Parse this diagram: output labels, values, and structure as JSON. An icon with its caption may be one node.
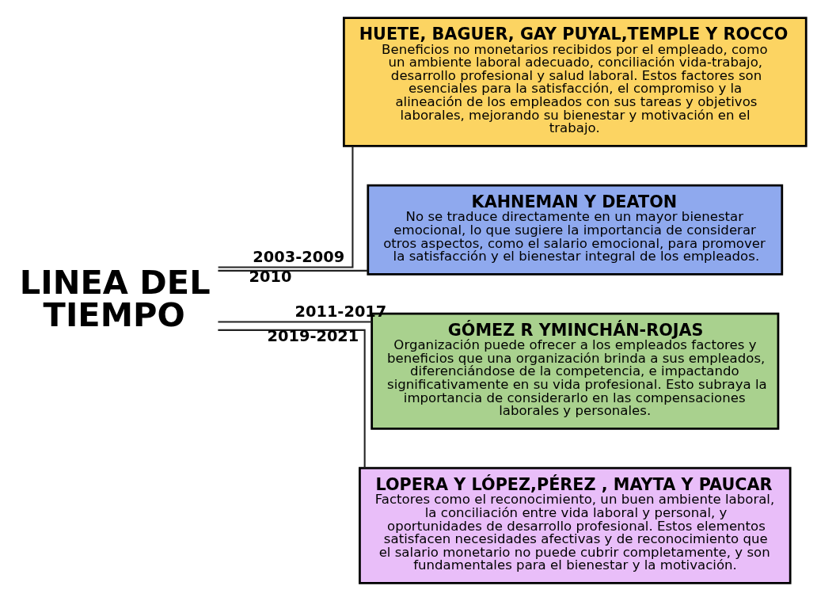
{
  "diagram": {
    "nodes": [
      {
        "text": [
          "LINEA DEL TIEMPO"
        ]
      },
      {
        "text": [
          "HUETE, BAGUER, GAY PUYAL,TEMPLE Y ROCCO",
          "Beneficios no monetarios recibidos por el empleado, como un ambiente laboral adecuado, conciliación vida-trabajo, desarrollo profesional y salud laboral. Estos factores son esenciales para la satisfacción, el compromiso y la alineación de los empleados con sus tareas y objetivos laborales, mejorando su bienestar y motivación en el trabajo."
        ]
      },
      {
        "text": [
          "KAHNEMAN Y DEATON",
          "No se traduce directamente en un mayor bienestar emocional, lo que sugiere la importancia de considerar otros aspectos, como el salario emocional, para promover la satisfacción y el bienestar integral de los empleados."
        ]
      },
      {
        "text": [
          "GÓMEZ R YMINCHÁN-ROJAS",
          "Organización puede ofrecer a los empleados factores y beneficios que una organización brinda a sus empleados, diferenciándose de la competencia, e impactando significativamente en su vida profesional. Esto subraya la importancia de considerarlo en las compensaciones laborales y personales."
        ]
      },
      {
        "text": [
          "LOPERA Y LÓPEZ,PÉREZ , MAYTA Y PAUCAR",
          "Factores como el reconocimiento, un buen ambiente laboral, la conciliación entre vida laboral y personal, y oportunidades de desarrollo profesional. Estos elementos satisfacen necesidades afectivas y de reconocimiento que el salario monetario no puede cubrir completamente, y son fundamentales para el bienestar y la motivación."
        ]
      }
    ],
    "edges": [
      {
        "from": 0,
        "to": 1,
        "arrow": "none",
        "label": "2003-2009"
      },
      {
        "from": 0,
        "to": 2,
        "arrow": "none",
        "label": "2010"
      },
      {
        "from": 0,
        "to": 3,
        "arrow": "none",
        "label": "2011-2017"
      },
      {
        "from": 0,
        "to": 4,
        "arrow": "none",
        "label": "2019-2021"
      }
    ]
  }
}
